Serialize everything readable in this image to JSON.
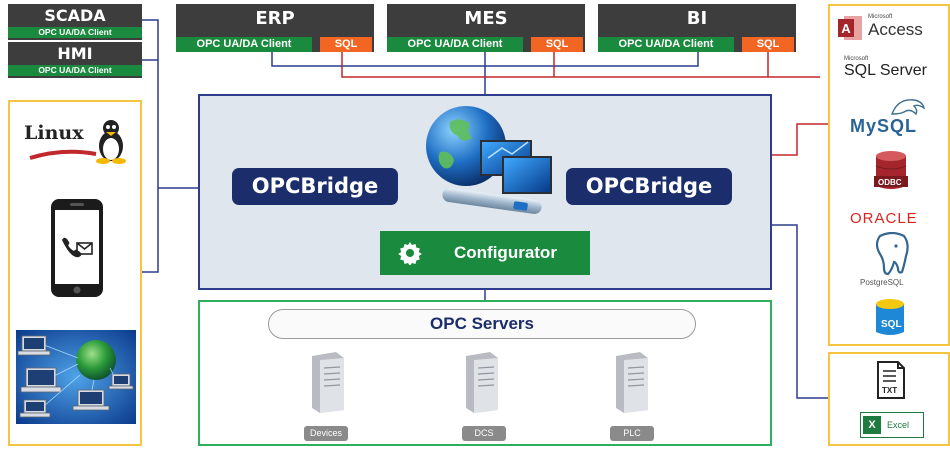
{
  "left_clients": [
    {
      "title": "SCADA",
      "client": "OPC UA/DA Client"
    },
    {
      "title": "HMI",
      "client": "OPC UA/DA Client"
    }
  ],
  "top_systems": [
    {
      "title": "ERP",
      "client": "OPC UA/DA Client",
      "db": "SQL"
    },
    {
      "title": "MES",
      "client": "OPC UA/DA Client",
      "db": "SQL"
    },
    {
      "title": "BI",
      "client": "OPC UA/DA Client",
      "db": "SQL"
    }
  ],
  "core": {
    "bridge_left": "OPCBridge",
    "bridge_right": "OPCBridge",
    "configurator": "Configurator"
  },
  "platforms": {
    "linux": "Linux"
  },
  "servers": {
    "bus_label": "OPC Servers",
    "items": [
      "Devices",
      "DCS",
      "PLC"
    ]
  },
  "databases": {
    "access_brand": "Microsoft",
    "access": "Access",
    "sqlserver_brand": "Microsoft",
    "sqlserver": "SQL Server",
    "mysql": "MySQL",
    "odbc": "ODBC",
    "oracle": "ORACLE",
    "postgresql": "PostgreSQL",
    "sql_icon": "SQL"
  },
  "files": {
    "txt": "TXT",
    "excel": "Excel"
  },
  "colors": {
    "dark_box": "#3d3d3d",
    "green": "#1a8a3e",
    "orange": "#f26522",
    "navy": "#1c2d6b",
    "core_border": "#2d3d8c",
    "core_fill": "#dfe6ee",
    "servers_border": "#2fae5c",
    "panel_border": "#f5c542",
    "wire_blue": "#2d3d8c",
    "wire_red": "#c0282d"
  }
}
